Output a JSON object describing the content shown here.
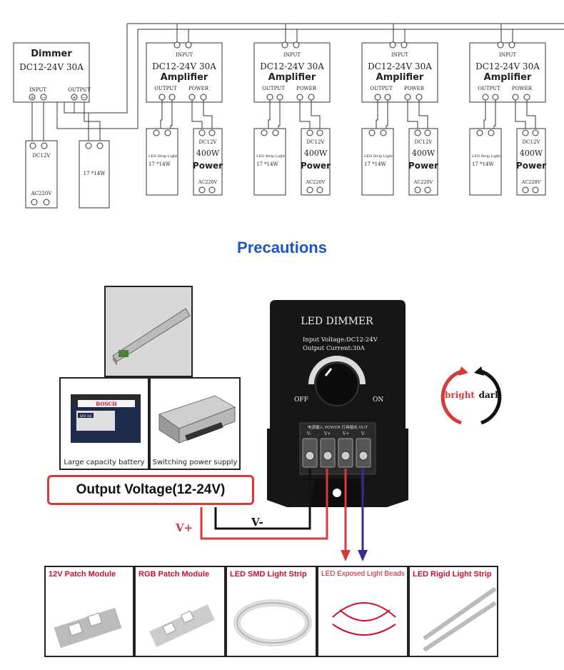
{
  "dimmer": {
    "title": "Dimmer",
    "spec": "DC12-24V 30A",
    "input_label": "INPUT",
    "output_label": "OUTPUT"
  },
  "amplifier": {
    "spec": "DC12-24V 30A",
    "title": "Amplifier",
    "input_label": "INPUT",
    "output_label": "OUTPUT",
    "power_label": "POWER"
  },
  "dimmer_psu": {
    "voltage": "DC12V",
    "ac": "AC220V"
  },
  "dimmer_strip": {
    "text": "17  *14W"
  },
  "amp_units": [
    {
      "strip_label": "LED Strip Light",
      "strip_text": "17  *14W",
      "psu_voltage": "DC12V",
      "psu_watt": "400W",
      "psu_word": "Power",
      "psu_ac": "AC220V"
    },
    {
      "strip_label": "LED Strip Light",
      "strip_text": "17  *14W",
      "psu_voltage": "DC12V",
      "psu_watt": "400W",
      "psu_word": "Power",
      "psu_ac": "AC220V"
    },
    {
      "strip_label": "LED Strip Light",
      "strip_text": "17  *14W",
      "psu_voltage": "DC12V",
      "psu_watt": "400W",
      "psu_word": "Power",
      "psu_ac": "AC220V"
    },
    {
      "strip_label": "LED Strip Light",
      "strip_text": "17  *14W",
      "psu_voltage": "DC12V",
      "psu_watt": "400W",
      "psu_word": "Power",
      "psu_ac": "AC220V"
    }
  ],
  "precautions": "Precautions",
  "device": {
    "title": "LED DIMMER",
    "line1": "Input Voltage:DC12-24V",
    "line2": "Output Current:30A",
    "off": "OFF",
    "on": "ON",
    "terminal_header": "电源输入 POWER  灯具输出 OUT",
    "terminals": [
      "V-",
      "V+",
      "V+",
      "V-"
    ]
  },
  "direction": {
    "bright": "bright",
    "dark": "dark"
  },
  "sources": {
    "battery_caption": "Large capacity battery",
    "psu_caption": "Switching power supply",
    "battery_brand": "BOSCH",
    "battery_model": "SM S4"
  },
  "output_voltage": "Output Voltage(12-24V)",
  "wires": {
    "v_minus": "V-",
    "v_plus": "V+"
  },
  "loads": [
    "12V Patch Module",
    "RGB Patch Module",
    "LED SMD Light Strip",
    "LED Exposed Light Beads",
    "LED Rigid Light Strip"
  ],
  "colors": {
    "accent_blue": "#1c55c8",
    "wire_red": "#d73a3a",
    "wire_purple": "#3a2a9a",
    "label_red": "#c8102e"
  }
}
